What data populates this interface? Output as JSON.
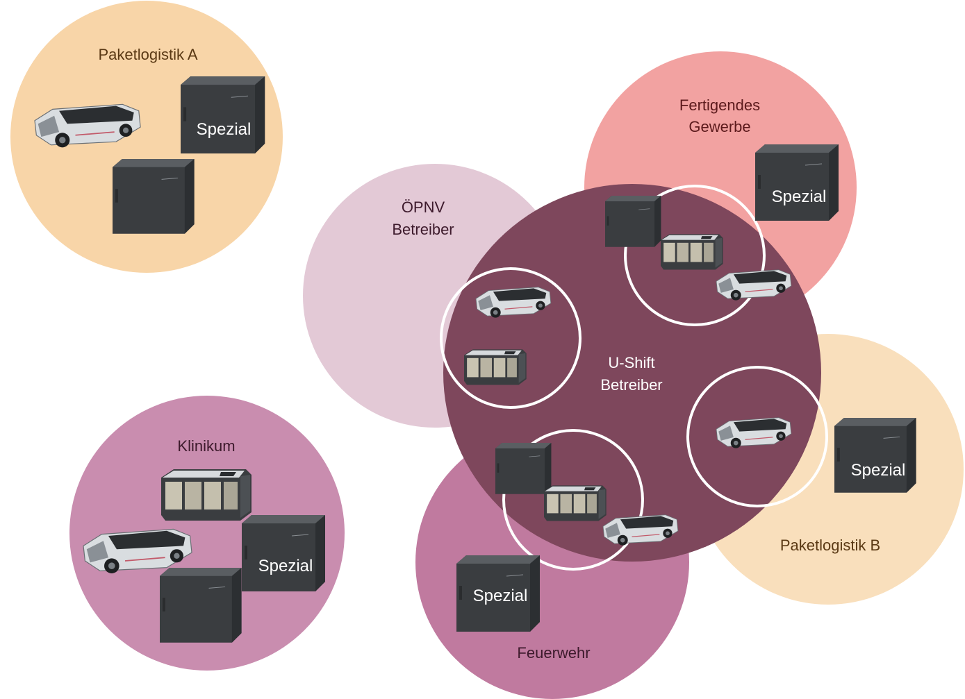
{
  "colors": {
    "paket_a": "#f8d5a8",
    "paket_b": "#f9dfbc",
    "fertigend": "#f2a2a1",
    "oepnv": "#e3c9d6",
    "klinikum": "#c98daf",
    "feuerwehr": "#c07a9f",
    "ushift": "#7e475c",
    "label_dark": "#5a3914",
    "label_red": "#5c1a1c",
    "label_purple": "#3d1a2c",
    "label_white": "#ffffff",
    "module": "#3a3d40",
    "module_light": "#5a5e62"
  },
  "groups": {
    "paket_a": {
      "title": "Paketlogistik A",
      "spezial": "Spezial"
    },
    "fertigend": {
      "title_line1": "Fertigendes",
      "title_line2": "Gewerbe",
      "spezial": "Spezial"
    },
    "oepnv": {
      "title_line1": "ÖPNV",
      "title_line2": "Betreiber"
    },
    "ushift": {
      "title_line1": "U-Shift",
      "title_line2": "Betreiber"
    },
    "paket_b": {
      "title": "Paketlogistik B",
      "spezial": "Spezial"
    },
    "klinikum": {
      "title": "Klinikum",
      "spezial": "Spezial"
    },
    "feuerwehr": {
      "title": "Feuerwehr",
      "spezial": "Spezial"
    }
  },
  "icons": [
    "drive-board-icon",
    "cargo-box-icon",
    "bus-cabin-icon"
  ]
}
